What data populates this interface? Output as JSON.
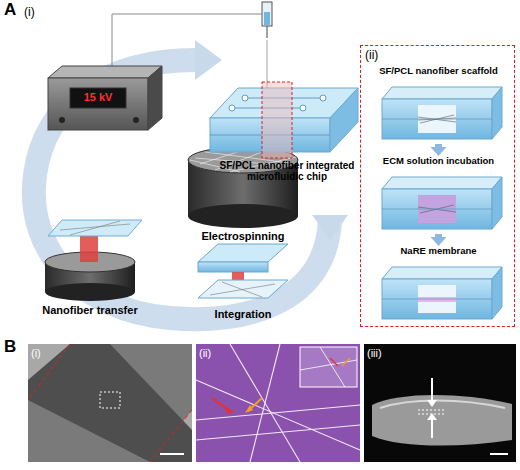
{
  "diagram": {
    "nodes": [
      {
        "text": [
          "(ii)"
        ]
      },
      {
        "text": [
          "SF/PCL nanofiber scaffold"
        ],
        "in": 0
      },
      {
        "text": [
          "ECM solution incubation"
        ],
        "in": 0
      },
      {
        "text": [
          "NaRE membrane"
        ],
        "in": 0
      }
    ],
    "edges": [
      {
        "from": 1,
        "to": 2,
        "arrow": "to"
      },
      {
        "from": 2,
        "to": 3,
        "arrow": "to"
      }
    ],
    "labels": [
      "A",
      "(i)",
      "15 kV",
      "Electrospinning",
      "SF/PCL nanofiber integrated microfluidic chip",
      "Nanofiber transfer",
      "Integration",
      "B",
      "(i)",
      "(ii)",
      "(iii)"
    ]
  }
}
